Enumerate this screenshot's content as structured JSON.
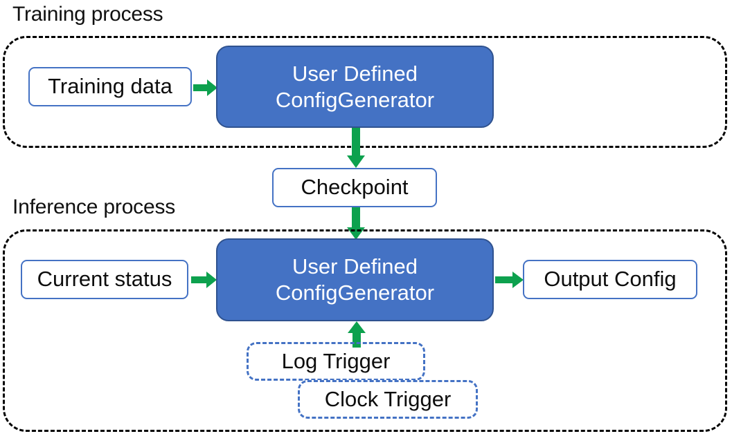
{
  "diagram": {
    "title_training": "Training process",
    "title_inference": "Inference process",
    "colors": {
      "accent_blue": "#4472C4",
      "blue_border": "#2F528F",
      "arrow_green": "#0DA14E",
      "container_dash": "#000000",
      "text_dark": "#0D0D0D",
      "text_on_blue": "#FFFFFF"
    }
  },
  "training": {
    "label": "Training process",
    "input_node": "Training data",
    "process_node_line1": "User Defined",
    "process_node_line2": "ConfigGenerator"
  },
  "bridge": {
    "checkpoint_node": "Checkpoint"
  },
  "inference": {
    "label": "Inference process",
    "input_node": "Current status",
    "process_node_line1": "User Defined",
    "process_node_line2": "ConfigGenerator",
    "output_node": "Output Config",
    "trigger_log": "Log Trigger",
    "trigger_clock": "Clock Trigger"
  },
  "arrows": [
    {
      "name": "training-data-to-generator",
      "direction": "right"
    },
    {
      "name": "training-generator-to-checkpoint",
      "direction": "down"
    },
    {
      "name": "checkpoint-to-inference-generator",
      "direction": "down"
    },
    {
      "name": "current-status-to-generator",
      "direction": "right"
    },
    {
      "name": "generator-to-output-config",
      "direction": "right"
    },
    {
      "name": "triggers-to-generator",
      "direction": "up"
    }
  ]
}
